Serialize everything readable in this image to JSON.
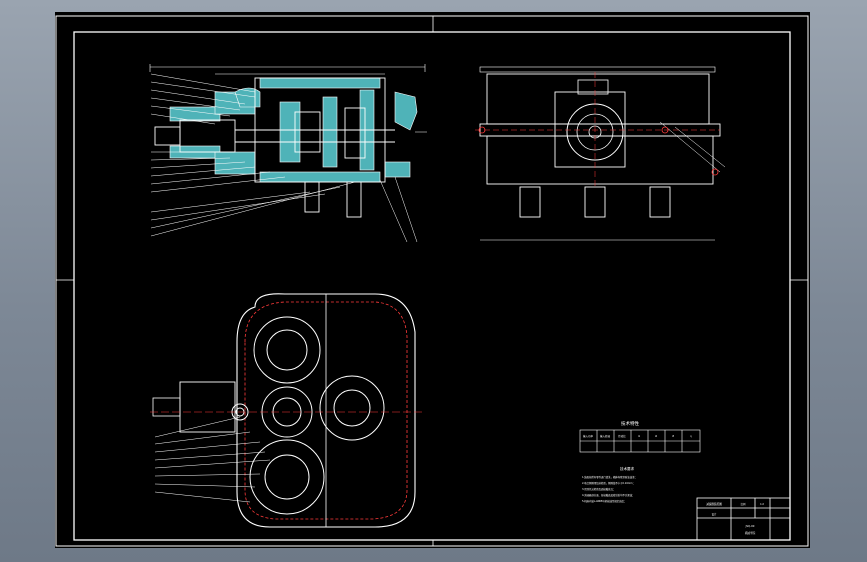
{
  "drawing": {
    "viewport_label": "model-space viewport",
    "tech_table": {
      "title": "技术特性",
      "header_row": [
        "输入功率",
        "输入转速",
        "传动比",
        "i1",
        "i2",
        "i3",
        "η"
      ]
    },
    "tech_requirements": {
      "title": "技术要求",
      "lines": [
        "1.装配前所有零件进行清洗，箱体内壁涂耐油油漆；",
        "2.啮合侧隙用铅丝检验，侧隙值不小于0.16mm；",
        "3.用涂色法检验齿面接触斑点；",
        "4.减速器剖分面、各接触面及密封处均不许漏油；",
        "5.机座内装L-AN68号机械油至规定高度；"
      ]
    },
    "title_block": {
      "drawing_name": "减速器装配图",
      "part_no": "JSQ-00",
      "scale_label": "比例",
      "scale": "1:2",
      "school": "机械学院",
      "drawer": "设计"
    }
  },
  "colors": {
    "background": "#000000",
    "linework": "#ffffff",
    "section_hatch": "#4fb3b8",
    "centerline": "#ff3b3b",
    "frame_outer": "#8c96a3"
  }
}
